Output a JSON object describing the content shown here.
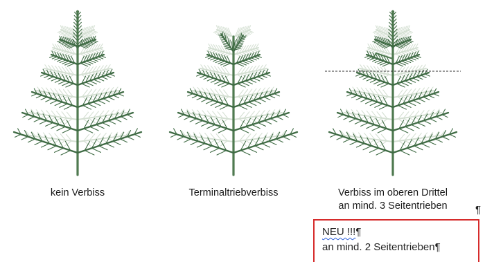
{
  "figures": [
    {
      "caption_lines": [
        "kein Verbiss"
      ],
      "damage": "none"
    },
    {
      "caption_lines": [
        "Terminaltriebverbiss"
      ],
      "damage": "terminal"
    },
    {
      "caption_lines": [
        "Verbiss im oberen Drittel",
        "an mind. 3 Seitentrieben"
      ],
      "damage": "upper-third"
    }
  ],
  "stray_pilcrow": "¶",
  "new_box": {
    "line1_spell": "NEU !!!",
    "line1_mark": "¶",
    "line2": "an mind. 2 Seitentrieben¶"
  },
  "colors": {
    "needle": "#3f6b44",
    "needle_light": "#b3c7b0",
    "trunk": "#4f7a50",
    "dashed_line": "#333333",
    "box_border": "#d62b2b",
    "spell_underline": "#2b5fd9"
  }
}
